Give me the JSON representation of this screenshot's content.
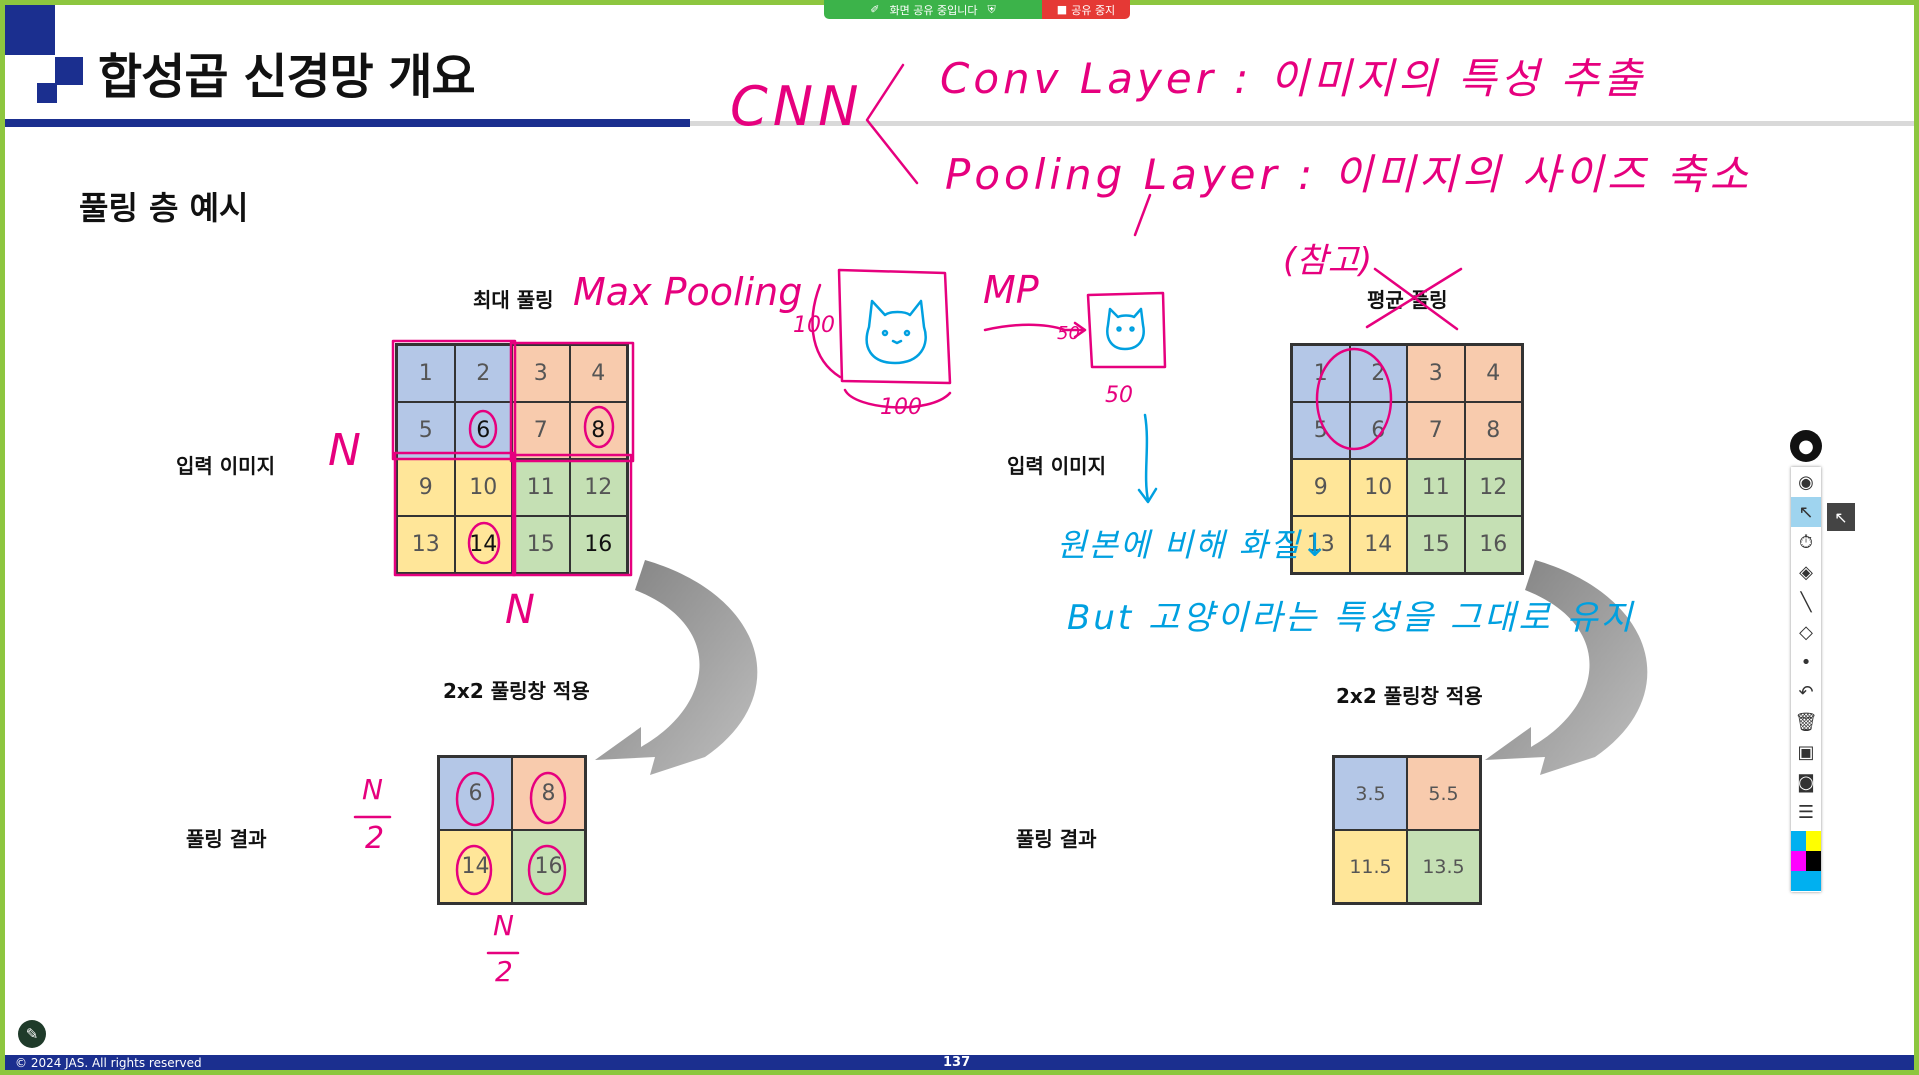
{
  "share_bar": {
    "sharing_label": "화면 공유 중입니다",
    "stop_label": "공유 중지"
  },
  "slide": {
    "title": "합성곱 신경망 개요",
    "subtitle": "풀링 층 예시",
    "max_pool": {
      "heading": "최대 풀링",
      "input_label": "입력 이미지",
      "window_label": "2x2 풀링창 적용",
      "result_label": "풀링 결과",
      "input_cells": [
        "1",
        "2",
        "3",
        "4",
        "5",
        "6",
        "7",
        "8",
        "9",
        "10",
        "11",
        "12",
        "13",
        "14",
        "15",
        "16"
      ],
      "result_cells": [
        "6",
        "8",
        "14",
        "16"
      ]
    },
    "avg_pool": {
      "heading": "평균 풀링",
      "input_label": "입력 이미지",
      "window_label": "2x2 풀링창 적용",
      "result_label": "풀링 결과",
      "input_cells": [
        "1",
        "2",
        "3",
        "4",
        "5",
        "6",
        "7",
        "8",
        "9",
        "10",
        "11",
        "12",
        "13",
        "14",
        "15",
        "16"
      ],
      "result_cells": [
        "3.5",
        "5.5",
        "11.5",
        "13.5"
      ]
    },
    "footer": {
      "copyright": "© 2024 JAS. All rights reserved",
      "page_number": "137"
    }
  },
  "annotations": {
    "cnn": "CNN",
    "conv_line": "Conv Layer : 이미지의 특성 추출",
    "pool_line": "Pooling Layer : 이미지의 사이즈 축소",
    "note_ref": "(참고)",
    "max_pooling": "Max Pooling",
    "mp": "MP",
    "n_side": "N",
    "n_bottom": "N",
    "n_half_num_a": "N",
    "n_half_den_a": "2",
    "n_half_num_b": "N",
    "n_half_den_b": "2",
    "size_100_left": "100",
    "size_100_bottom": "100",
    "size_50_left": "50",
    "size_50_bottom": "50",
    "quality_note": "원본에 비해 화질↓",
    "but_note": "But 고양이라는 특성을 그대로 유지"
  },
  "toolbar": {
    "tools": [
      "bulb-icon",
      "eye-icon",
      "pointer-icon",
      "timer-icon",
      "highlighter-icon",
      "pen-icon",
      "eraser-icon",
      "dot-icon",
      "undo-icon",
      "trash-icon",
      "whiteboard-icon",
      "camera-icon",
      "notes-icon"
    ],
    "palette": [
      "#00b0f0",
      "#ffff00",
      "#ff00ff",
      "#000000",
      "#00b0f0",
      "#00b0f0"
    ]
  }
}
